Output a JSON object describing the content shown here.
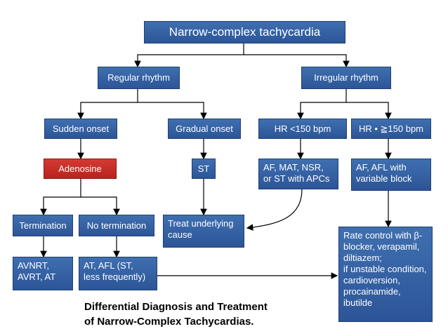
{
  "nodes": {
    "narrow_complex": "Narrow-complex tachycardia",
    "regular_rhythm": "Regular rhythm",
    "irregular_rhythm": "Irregular rhythm",
    "sudden_onset": "Sudden onset",
    "gradual_onset": "Gradual onset",
    "hr_lt_150": "HR <150 bpm",
    "hr_ge_150": "HR • ≧150 bpm",
    "adenosine": "Adenosine",
    "st": "ST",
    "af_mat": "AF, MAT, NSR,\nor ST with APCs",
    "af_afl": "AF, AFL with\nvariable block",
    "termination": "Termination",
    "no_termination": "No termination",
    "treat_underlying": "Treat underlying\ncause",
    "avnrt": "AVNRT,\nAVRT, AT",
    "at_afl": "AT, AFL (ST,\nless frequently)",
    "rate_control": "Rate control with β-\nblocker, verapamil,\ndiltiazem;\nif unstable condition,\ncardioversion,\nprocainamide,\nibutilde"
  },
  "caption": "Differential Diagnosis and Treatment\nof Narrow-Complex Tachycardias.",
  "colors": {
    "node_blue": "#2f5c9f",
    "node_red": "#c52c25",
    "arrow": "#000000"
  }
}
